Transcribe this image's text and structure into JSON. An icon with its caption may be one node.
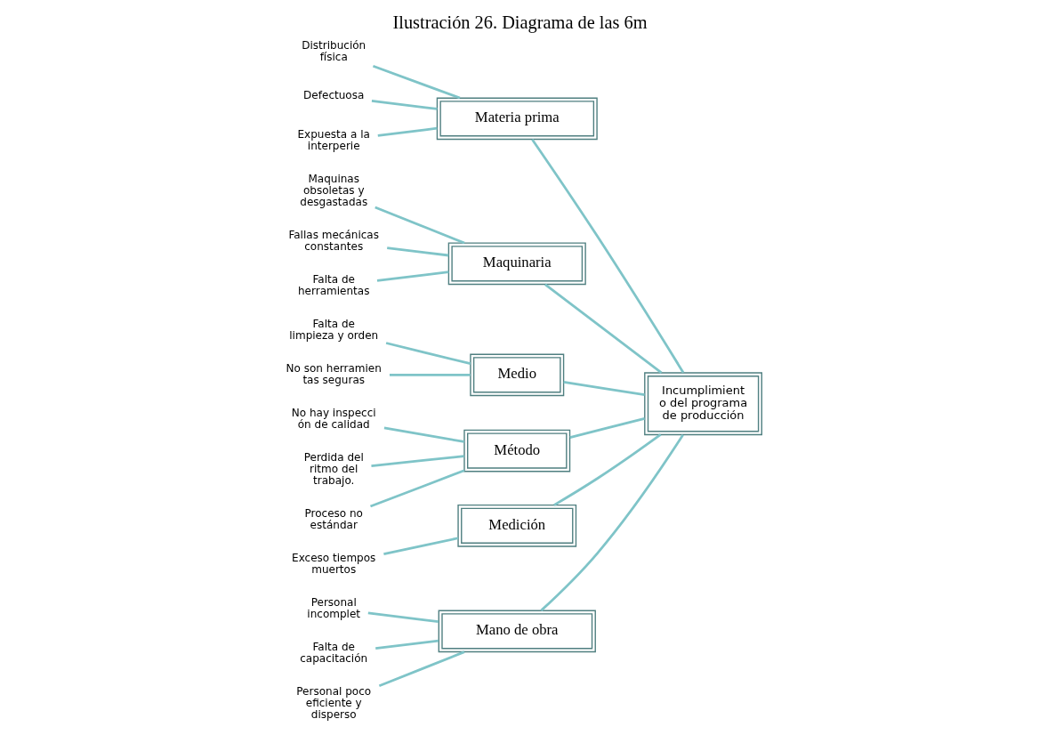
{
  "diagram": {
    "title": "Ilustración 26. Diagrama de las 6m",
    "nodes": [
      {
        "text": [
          "Mano de obra"
        ]
      },
      {
        "text": [
          "Materia prima"
        ]
      },
      {
        "text": [
          "Maquinaria"
        ]
      },
      {
        "text": [
          "Incumplimient o del programa de producción"
        ]
      },
      {
        "text": [
          "Medio"
        ]
      },
      {
        "text": [
          "Método"
        ]
      },
      {
        "text": [
          "Medición"
        ]
      },
      {
        "text": [
          "Personal incomplet"
        ]
      },
      {
        "text": [
          "Falta de capacitación"
        ]
      },
      {
        "text": [
          "Personal poco eficiente y disperso"
        ]
      },
      {
        "text": [
          "Distribución física"
        ]
      },
      {
        "text": [
          "Defectuosa"
        ]
      },
      {
        "text": [
          "Expuesta a la interperie"
        ]
      },
      {
        "text": [
          "Maquinas obsoletas y desgastadas"
        ]
      },
      {
        "text": [
          "Fallas mecánicas constantes"
        ]
      },
      {
        "text": [
          "Falta de herramientas"
        ]
      },
      {
        "text": [
          "Falta de limpieza y orden"
        ]
      },
      {
        "text": [
          "No son herramien tas seguras"
        ]
      },
      {
        "text": [
          "No hay inspecci ón de calidad"
        ]
      },
      {
        "text": [
          "Perdida del ritmo del trabajo."
        ]
      },
      {
        "text": [
          "Proceso no estándar"
        ]
      },
      {
        "text": [
          "Exceso tiempos muertos"
        ]
      }
    ],
    "edges": [
      {
        "from": 0,
        "to": 3,
        "arrow": "none"
      },
      {
        "from": 1,
        "to": 3,
        "arrow": "none"
      },
      {
        "from": 2,
        "to": 3,
        "arrow": "none"
      },
      {
        "from": 4,
        "to": 3,
        "arrow": "none"
      },
      {
        "from": 5,
        "to": 3,
        "arrow": "none"
      },
      {
        "from": 6,
        "to": 3,
        "arrow": "none"
      },
      {
        "from": 7,
        "to": 0,
        "arrow": "none"
      },
      {
        "from": 8,
        "to": 0,
        "arrow": "none"
      },
      {
        "from": 9,
        "to": 0,
        "arrow": "none"
      },
      {
        "from": 10,
        "to": 1,
        "arrow": "none"
      },
      {
        "from": 11,
        "to": 1,
        "arrow": "none"
      },
      {
        "from": 12,
        "to": 1,
        "arrow": "none"
      },
      {
        "from": 13,
        "to": 2,
        "arrow": "none"
      },
      {
        "from": 14,
        "to": 2,
        "arrow": "none"
      },
      {
        "from": 15,
        "to": 2,
        "arrow": "none"
      },
      {
        "from": 16,
        "to": 4,
        "arrow": "none"
      },
      {
        "from": 17,
        "to": 4,
        "arrow": "none"
      },
      {
        "from": 18,
        "to": 5,
        "arrow": "none"
      },
      {
        "from": 19,
        "to": 5,
        "arrow": "none"
      },
      {
        "from": 20,
        "to": 5,
        "arrow": "none"
      },
      {
        "from": 21,
        "to": 6,
        "arrow": "none"
      }
    ]
  }
}
